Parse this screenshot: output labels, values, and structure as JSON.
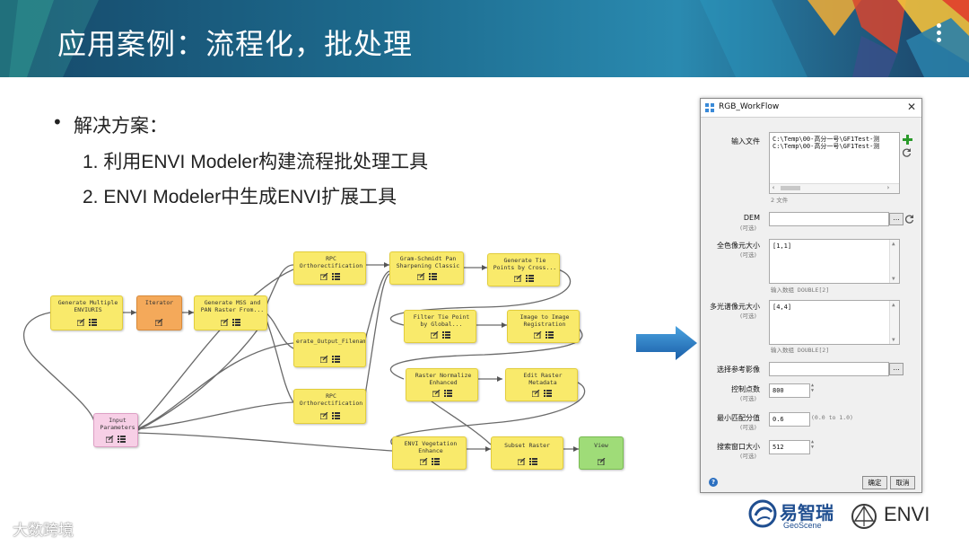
{
  "slide": {
    "title": "应用案例：流程化，批处理",
    "bullet": "解决方案：",
    "items": [
      "1. 利用ENVI Modeler构建流程批处理工具",
      "2. ENVI Modeler中生成ENVI扩展工具"
    ]
  },
  "workflow": {
    "nodes": {
      "gen_multi": "Generate Multiple ENVIURIS",
      "iterator": "Iterator",
      "gen_mss": "Generate MSS and PAN Raster From...",
      "rpc_top": "RPC Orthorectification",
      "gen_output": "erate_Output_Filename",
      "rpc_bottom": "RPC Orthorectification",
      "gram": "Gram-Schmidt Pan Sharpening Classic",
      "gen_tie": "Generate Tie Points by Cross...",
      "filter_tie": "Filter Tie Point by Global...",
      "img_reg": "Image to Image Registration",
      "raster_norm": "Raster Normalize Enhanced",
      "edit_meta": "Edit Raster Metadata",
      "input_params": "Input Parameters",
      "veg": "ENVI Vegetation Enhance",
      "subset": "Subset Raster",
      "view": "View"
    }
  },
  "dialog": {
    "title": "RGB_WorkFlow",
    "input_files_label": "输入文件",
    "input_files": [
      "C:\\Temp\\00-高分一号\\GF1Test-测",
      "C:\\Temp\\00-高分一号\\GF1Test-测"
    ],
    "file_count": "2 文件",
    "dem_label": "DEM",
    "optional": "(可选)",
    "pan_pixel_label": "全色像元大小",
    "pan_pixel_value": "[1,1]",
    "pan_pixel_hint": "输入数组 DOUBLE[2]",
    "ms_pixel_label": "多光谱像元大小",
    "ms_pixel_value": "[4,4]",
    "ms_pixel_hint": "输入数组 DOUBLE[2]",
    "ref_image_label": "选择参考影像",
    "ctrl_points_label": "控制点数",
    "ctrl_points_value": "800",
    "min_match_label": "最小匹配分值",
    "min_match_value": "0.6",
    "min_match_range": "(0.0 to 1.0)",
    "search_window_label": "搜索窗口大小",
    "search_window_value": "512",
    "ok_label": "确定",
    "cancel_label": "取消",
    "ellipsis": "...",
    "help_label": "?",
    "close_label": "✕"
  },
  "logos": {
    "geoscene_cn": "易智瑞",
    "geoscene_en": "GeoScene",
    "envi": "ENVI"
  },
  "watermark": "大数跨境"
}
